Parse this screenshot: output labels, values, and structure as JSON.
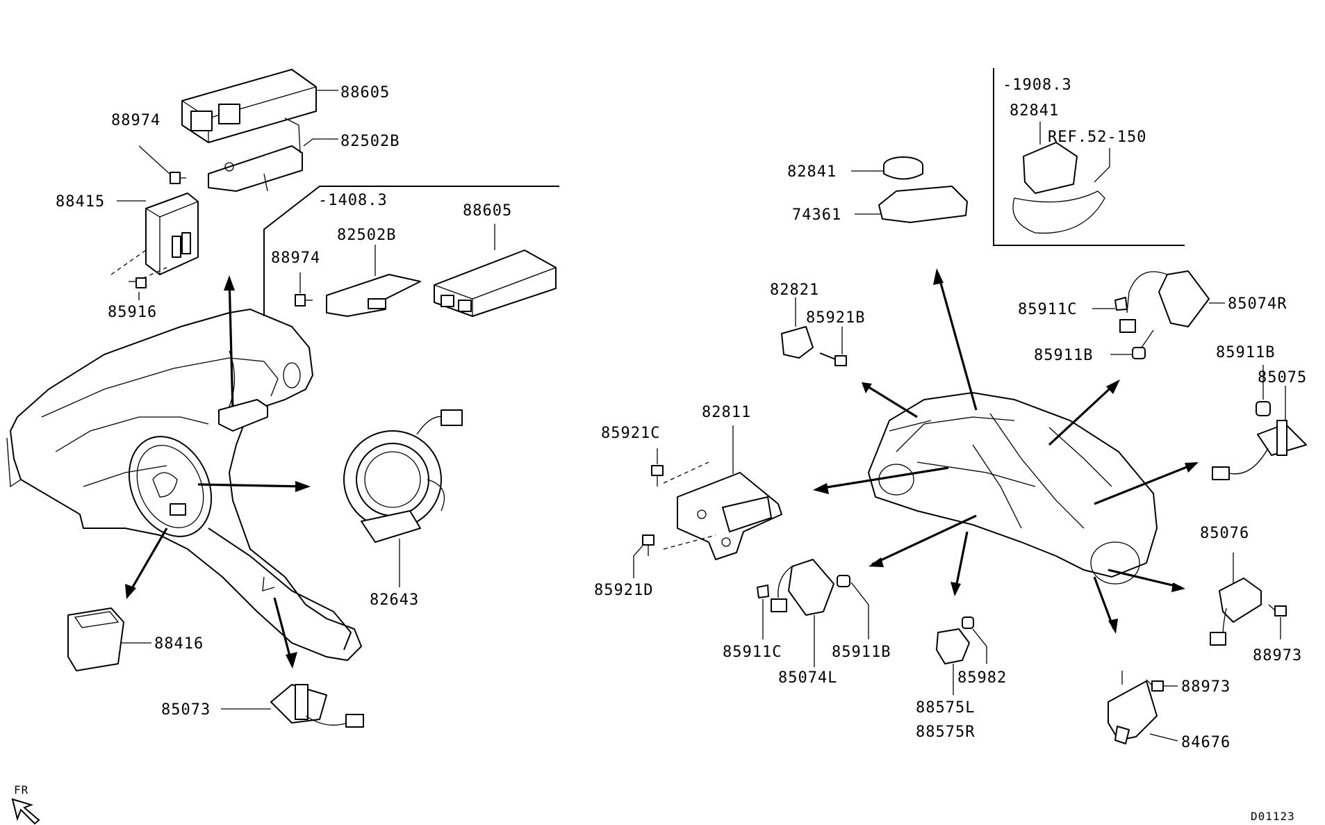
{
  "labels": {
    "p88605a": "88605",
    "p88974a": "88974",
    "p82502Ba": "82502B",
    "p88415": "88415",
    "p85916": "85916",
    "variant1408": "-1408.3",
    "p82502Bb": "82502B",
    "p88605b": "88605",
    "p88974b": "88974",
    "p82643": "82643",
    "p88416": "88416",
    "p85073": "85073",
    "p82841a": "82841",
    "p74361": "74361",
    "variant1908": "-1908.3",
    "p82841b": "82841",
    "ref52150": "REF.52-150",
    "p82821": "82821",
    "p85921B": "85921B",
    "p85911Ca": "85911C",
    "p85074R": "85074R",
    "p85911Ba": "85911B",
    "p85911Bb": "85911B",
    "p85075": "85075",
    "p85921C": "85921C",
    "p82811": "82811",
    "p85921D": "85921D",
    "p85911Cb": "85911C",
    "p85074L": "85074L",
    "p85911Bc": "85911B",
    "p88575L": "88575L",
    "p88575R": "88575R",
    "p85982": "85982",
    "p85076": "85076",
    "p88973a": "88973",
    "p88973b": "88973",
    "p84676": "84676",
    "fr": "FR",
    "code": "D01123"
  }
}
